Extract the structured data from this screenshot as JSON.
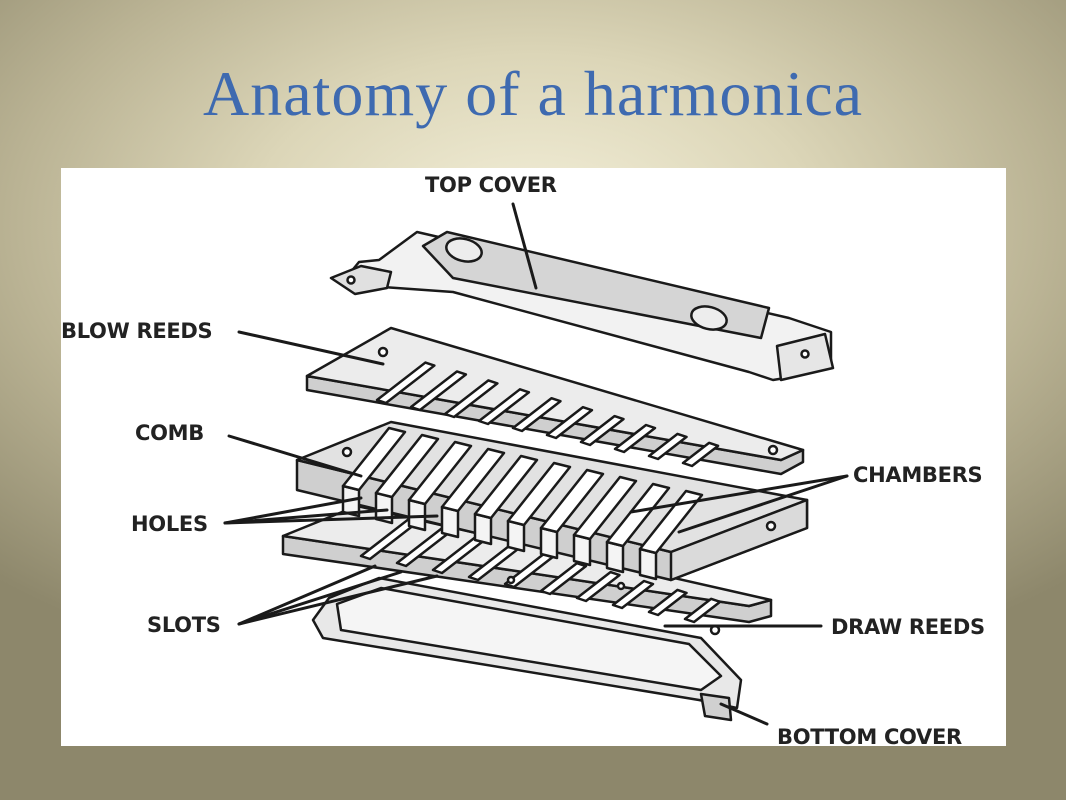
{
  "slide": {
    "title": "Anatomy of a harmonica"
  },
  "labels": {
    "top_cover": "TOP COVER",
    "blow_reeds": "BLOW REEDS",
    "comb": "COMB",
    "chambers": "CHAMBERS",
    "holes": "HOLES",
    "slots": "SLOTS",
    "draw_reeds": "DRAW REEDS",
    "bottom_cover": "BOTTOM COVER"
  },
  "colors": {
    "title": "#3e6ab0",
    "panel": "#ffffff",
    "part_fill": "#e4e4e4",
    "part_dark": "#c9c9c9",
    "ink": "#1a1a1a"
  }
}
